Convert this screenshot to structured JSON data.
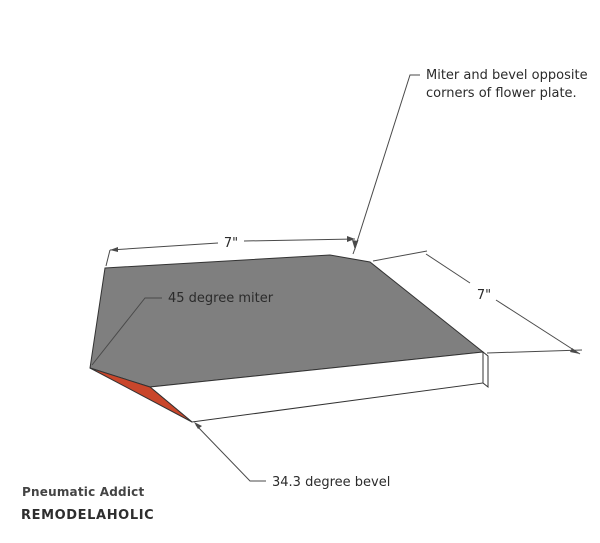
{
  "colors": {
    "top_face": "#7f7f7f",
    "front_face": "#ffffff",
    "bevel_face": "#c9462b",
    "edge": "#333333",
    "leader": "#4a4a4a"
  },
  "annotations": {
    "callout_top_line1": "Miter and bevel opposite",
    "callout_top_line2": "corners of flower plate.",
    "miter_label": "45 degree miter",
    "bevel_label": "34.3 degree bevel"
  },
  "dimensions": {
    "width_label": "7\"",
    "depth_label": "7\""
  },
  "branding": {
    "line1": "Pneumatic Addict",
    "line2": "REMODELAHOLIC"
  }
}
